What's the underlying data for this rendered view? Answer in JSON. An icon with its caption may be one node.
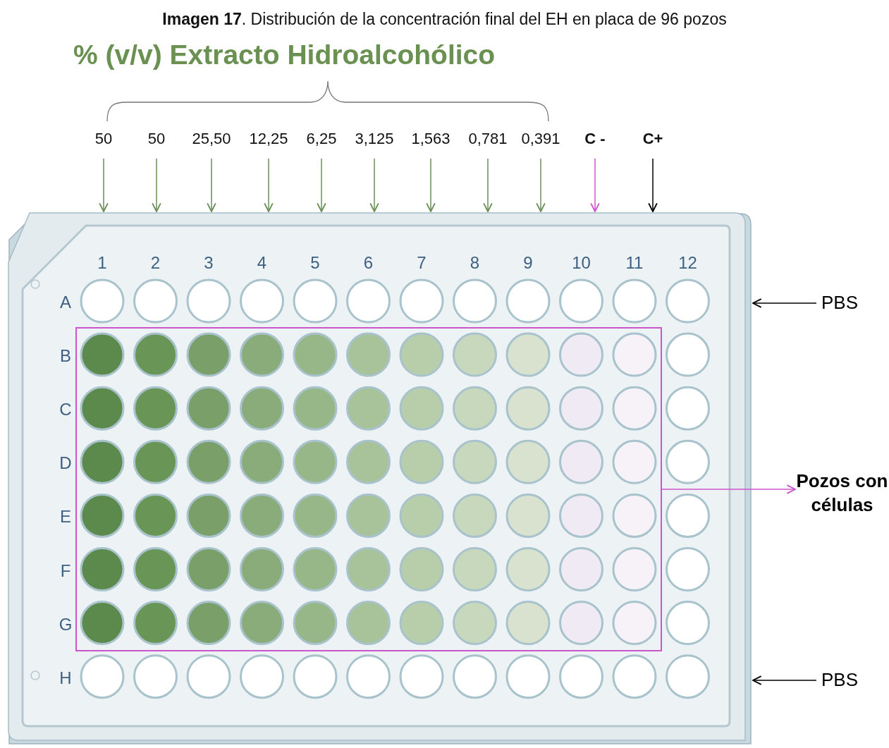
{
  "diagram": {
    "caption": "**Imagen 17**. Distribución de la concentración final del EH en placa de 96 pozos",
    "title": "% (v/v) Extracto Hidroalcohólico",
    "nodes": [
      {
        "text": [
          "50"
        ]
      },
      {
        "text": [
          "50"
        ]
      },
      {
        "text": [
          "25,50"
        ]
      },
      {
        "text": [
          "12,25"
        ]
      },
      {
        "text": [
          "6,25"
        ]
      },
      {
        "text": [
          "3,125"
        ]
      },
      {
        "text": [
          "1,563"
        ]
      },
      {
        "text": [
          "0,781"
        ]
      },
      {
        "text": [
          "0,391"
        ]
      },
      {
        "text": [
          "C -"
        ]
      },
      {
        "text": [
          "C+"
        ]
      },
      {
        "text": [],
        "shape": "box"
      },
      {
        "text": [],
        "shape": "box",
        "in": 11
      },
      {
        "text": [
          "PBS"
        ]
      },
      {
        "text": [
          "PBS"
        ]
      },
      {
        "text": [
          "Pozos con células"
        ]
      }
    ],
    "edges": [
      {
        "from": 0,
        "to": 11,
        "arrow": "to"
      },
      {
        "from": 1,
        "to": 11,
        "arrow": "to"
      },
      {
        "from": 2,
        "to": 11,
        "arrow": "to"
      },
      {
        "from": 3,
        "to": 11,
        "arrow": "to"
      },
      {
        "from": 4,
        "to": 11,
        "arrow": "to"
      },
      {
        "from": 5,
        "to": 11,
        "arrow": "to"
      },
      {
        "from": 6,
        "to": 11,
        "arrow": "to"
      },
      {
        "from": 7,
        "to": 11,
        "arrow": "to"
      },
      {
        "from": 8,
        "to": 11,
        "arrow": "to"
      },
      {
        "from": 9,
        "to": 11,
        "arrow": "to",
        "color": "#cc55cc"
      },
      {
        "from": 10,
        "to": 11,
        "arrow": "to",
        "color": "#000000"
      },
      {
        "from": 13,
        "to": 11,
        "arrow": "to",
        "color": "#000000"
      },
      {
        "from": 14,
        "to": 11,
        "arrow": "to",
        "color": "#000000"
      },
      {
        "from": 12,
        "to": 15,
        "arrow": "to",
        "color": "#cc55cc"
      }
    ],
    "labels": [
      "1",
      "2",
      "3",
      "4",
      "5",
      "6",
      "7",
      "8",
      "9",
      "10",
      "11",
      "12",
      "A",
      "B",
      "C",
      "D",
      "E",
      "F",
      "G",
      "H"
    ]
  }
}
